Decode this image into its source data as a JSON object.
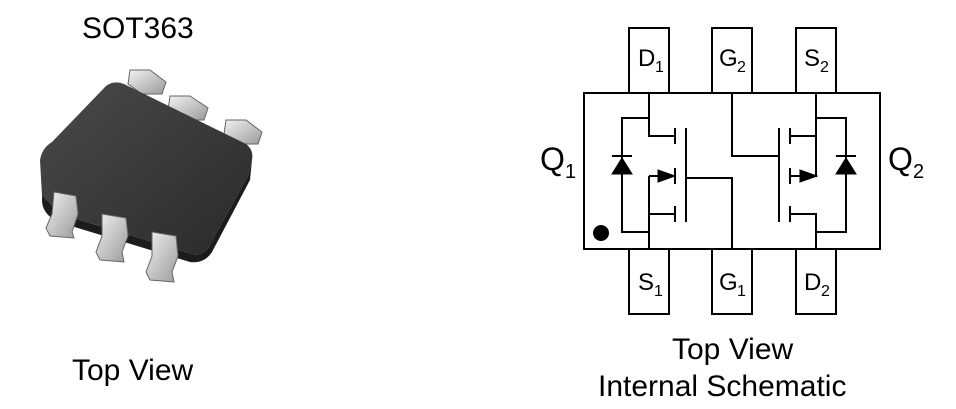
{
  "package": {
    "title": "SOT363",
    "caption": "Top View"
  },
  "schematic": {
    "caption_line1": "Top View",
    "caption_line2": "Internal Schematic",
    "top_pins": [
      {
        "letter": "D",
        "sub": "1"
      },
      {
        "letter": "G",
        "sub": "2"
      },
      {
        "letter": "S",
        "sub": "2"
      }
    ],
    "bottom_pins": [
      {
        "letter": "S",
        "sub": "1"
      },
      {
        "letter": "G",
        "sub": "1"
      },
      {
        "letter": "D",
        "sub": "2"
      }
    ],
    "q1": {
      "letter": "Q",
      "sub": "1"
    },
    "q2": {
      "letter": "Q",
      "sub": "2"
    }
  }
}
